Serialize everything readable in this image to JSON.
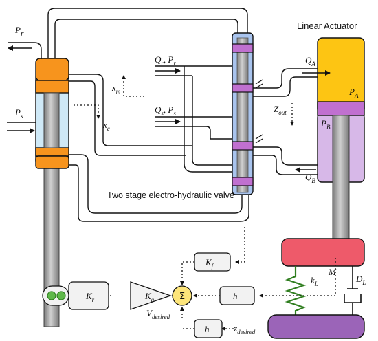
{
  "title": "Linear Actuator",
  "valve_caption": "Two stage electro-hydraulic valve",
  "labels": {
    "Pr": "P",
    "Pr_sub": "r",
    "Ps": "P",
    "Ps_sub": "s",
    "xc": "x",
    "xc_sub": "c",
    "xm": "x",
    "xm_sub": "m",
    "QrPr": "Q",
    "QrPr_sub1": "r",
    "QrPr_mid": ", P",
    "QrPr_sub2": "r",
    "QsPs": "Q",
    "QsPs_sub1": "s",
    "QsPs_mid": ", P",
    "QsPs_sub2": "s",
    "QA": "Q",
    "QA_sub": "A",
    "PA": "P",
    "PA_sub": "A",
    "PB": "P",
    "PB_sub": "B",
    "QB": "Q",
    "QB_sub": "B",
    "Zout": "Z",
    "Zout_sub": "out",
    "kL": "k",
    "kL_sub": "L",
    "M": "M",
    "DL": "D",
    "DL_sub": "L",
    "Kf": "K",
    "Kf_sub": "f",
    "h1": "h",
    "h2": "h",
    "Ka": "K",
    "Ka_sub": "a",
    "Kr": "K",
    "Kr_sub": "r",
    "sigma": "Σ",
    "Vdesired": "V",
    "Vdesired_sub": "desired",
    "zdesired": "z",
    "zdesired_sub": "desired"
  },
  "colors": {
    "orange": "#f7941d",
    "light_blue": "#cfe9f7",
    "valve_blue": "#a9c4ee",
    "purple": "#c070d0",
    "lavender": "#d7b8e8",
    "yellow": "#fdc513",
    "red": "#ee5a6a",
    "spring_green": "#2e7d1e",
    "sum_yellow": "#fde57a",
    "grey_rod": "#a8a8a8"
  }
}
